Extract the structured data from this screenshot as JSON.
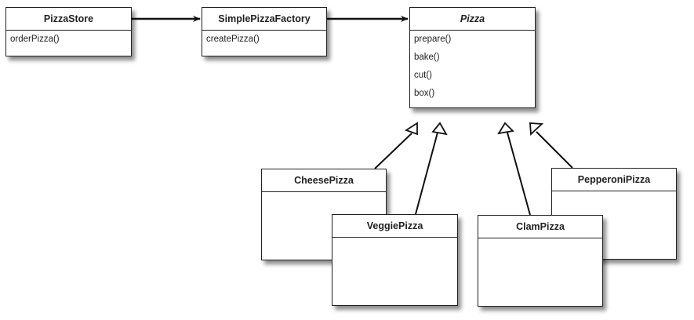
{
  "diagram": {
    "type": "UML class diagram",
    "classes": [
      {
        "id": "pizzastore",
        "name": "PizzaStore",
        "abstract": false,
        "operations": [
          "orderPizza()"
        ]
      },
      {
        "id": "factory",
        "name": "SimplePizzaFactory",
        "abstract": false,
        "operations": [
          "createPizza()"
        ]
      },
      {
        "id": "pizza",
        "name": "Pizza",
        "abstract": true,
        "operations": [
          "prepare()",
          "bake()",
          "cut()",
          "box()"
        ]
      },
      {
        "id": "cheese",
        "name": "CheesePizza",
        "abstract": false,
        "operations": []
      },
      {
        "id": "veggie",
        "name": "VeggiePizza",
        "abstract": false,
        "operations": []
      },
      {
        "id": "clam",
        "name": "ClamPizza",
        "abstract": false,
        "operations": []
      },
      {
        "id": "pepperoni",
        "name": "PepperoniPizza",
        "abstract": false,
        "operations": []
      }
    ],
    "relations": [
      {
        "from": "PizzaStore",
        "to": "SimplePizzaFactory",
        "kind": "association"
      },
      {
        "from": "SimplePizzaFactory",
        "to": "Pizza",
        "kind": "association"
      },
      {
        "from": "CheesePizza",
        "to": "Pizza",
        "kind": "generalization"
      },
      {
        "from": "VeggiePizza",
        "to": "Pizza",
        "kind": "generalization"
      },
      {
        "from": "ClamPizza",
        "to": "Pizza",
        "kind": "generalization"
      },
      {
        "from": "PepperoniPizza",
        "to": "Pizza",
        "kind": "generalization"
      }
    ]
  }
}
